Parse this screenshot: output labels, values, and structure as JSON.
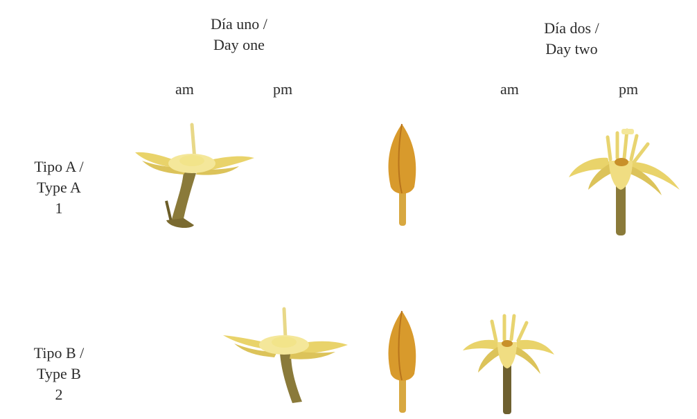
{
  "columns": {
    "day_one": {
      "es": "Día uno /",
      "en": "Day one",
      "am": "am",
      "pm": "pm"
    },
    "day_two": {
      "es": "Día dos /",
      "en": "Day two",
      "am": "am",
      "pm": "pm"
    }
  },
  "rows": [
    {
      "es": "Tipo A /",
      "en": "Type A",
      "number": "1"
    },
    {
      "es": "Tipo B /",
      "en": "Type B",
      "number": "2"
    }
  ],
  "colors": {
    "petal": "#e9d36a",
    "petal_light": "#f4e79a",
    "stalk": "#8a7a3a",
    "bud": "#d89a2c",
    "bud_dark": "#b8741c",
    "anther": "#f2e48a"
  }
}
